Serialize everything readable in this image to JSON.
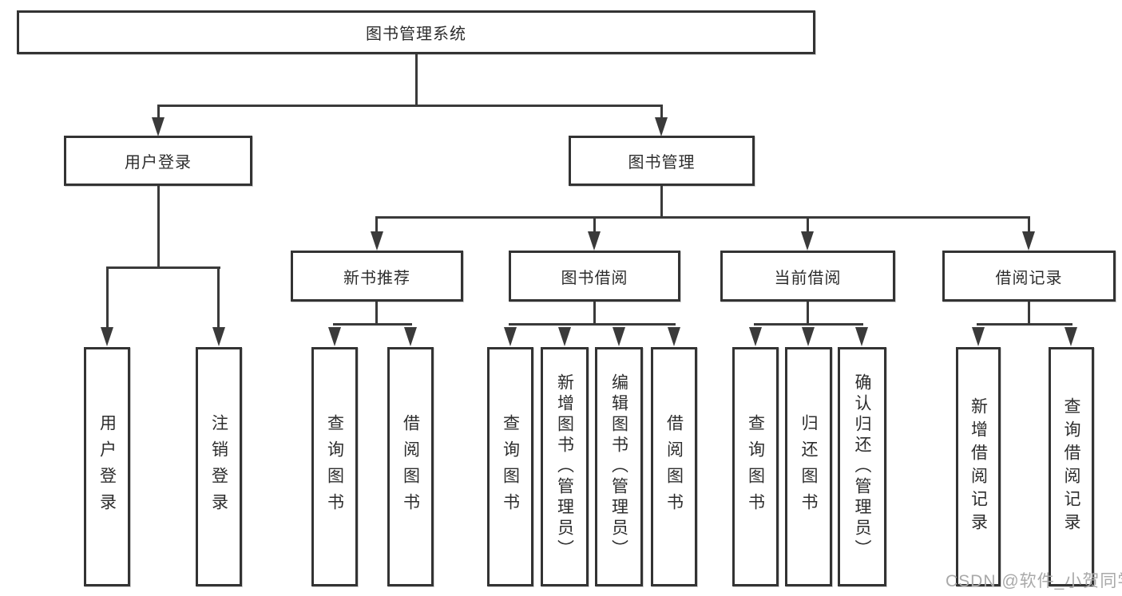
{
  "root": {
    "label": "图书管理系统"
  },
  "level2": [
    {
      "label": "用户登录",
      "children": [
        "用户登录",
        "注销登录"
      ]
    },
    {
      "label": "图书管理"
    }
  ],
  "level3": [
    {
      "label": "新书推荐",
      "children": [
        "查询图书",
        "借阅图书"
      ]
    },
    {
      "label": "图书借阅",
      "children": [
        "查询图书",
        "新增图书（管理员）",
        "编辑图书（管理员）",
        "借阅图书"
      ]
    },
    {
      "label": "当前借阅",
      "children": [
        "查询图书",
        "归还图书",
        "确认归还（管理员）"
      ]
    },
    {
      "label": "借阅记录",
      "children": [
        "新增借阅记录",
        "查询借阅记录"
      ]
    }
  ],
  "watermark": {
    "text": "CSDN @软件_小贺同学"
  },
  "colors": {
    "line": "#3a3a3a",
    "box_border": "#333333",
    "box_fill": "#ffffff",
    "text": "#2d2d2d",
    "watermark": "#a9a9a9"
  }
}
